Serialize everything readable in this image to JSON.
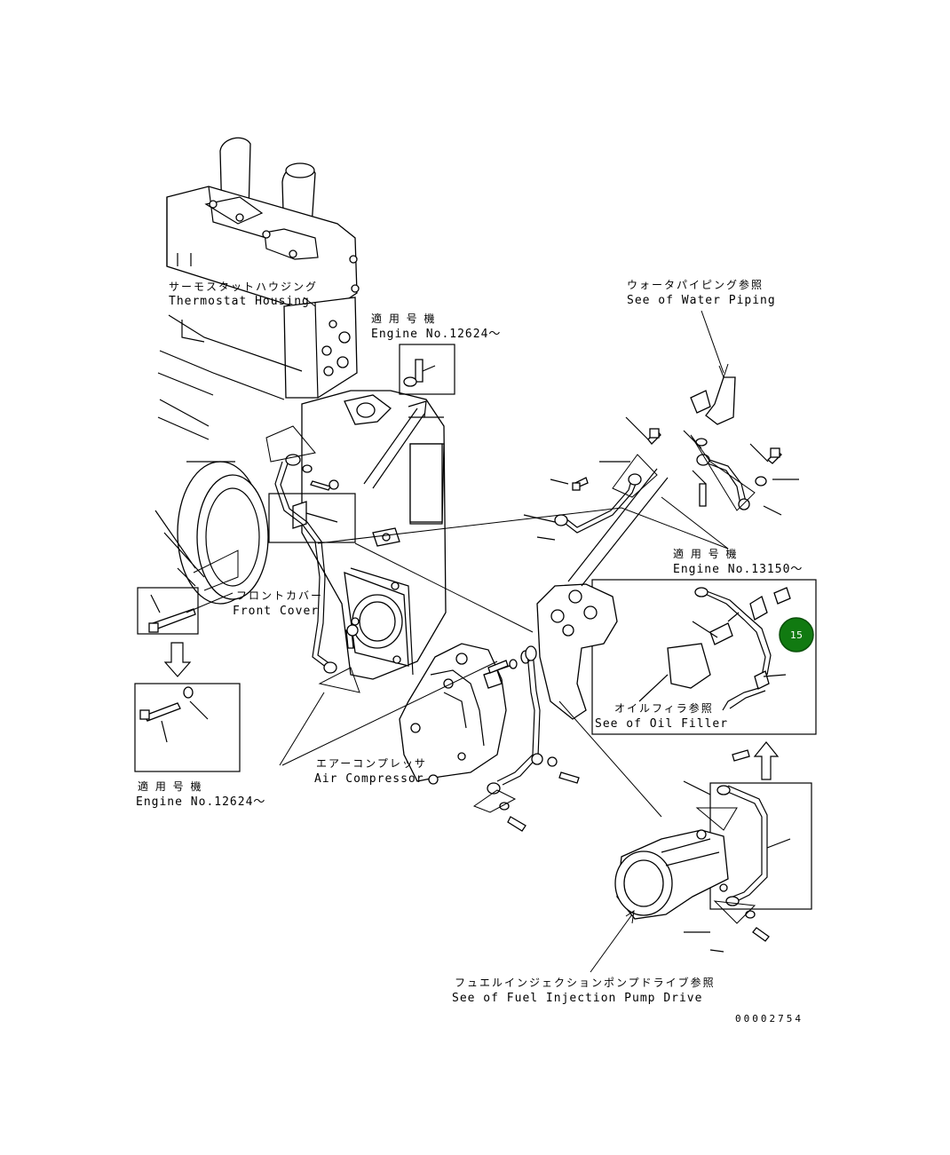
{
  "labels": {
    "thermostat_housing_jp": "サーモスタットハウジング",
    "thermostat_housing_en": "Thermostat Housing",
    "engine_no_top_jp": "適 用 号 機",
    "engine_no_top_en": "Engine No.12624～",
    "water_piping_jp": "ウォータパイピング参照",
    "water_piping_en": "See of Water Piping",
    "engine_no_right_jp": "適 用 号 機",
    "engine_no_right_en": "Engine No.13150～",
    "front_cover_jp": "フロントカバー",
    "front_cover_en": "Front Cover",
    "oil_filler_jp": "オイルフィラ参照",
    "oil_filler_en": "See of Oil Filler",
    "air_compressor_jp": "エアーコンプレッサ",
    "air_compressor_en": "Air Compressor",
    "engine_no_left_jp": "適 用 号 機",
    "engine_no_left_en": "Engine No.12624～",
    "fuel_pump_jp": "フュエルインジェクションポンプドライブ参照",
    "fuel_pump_en": "See of Fuel Injection Pump Drive",
    "doc_number": "00002754"
  },
  "callouts": [
    {
      "number": "15",
      "color": "#117a11"
    }
  ]
}
